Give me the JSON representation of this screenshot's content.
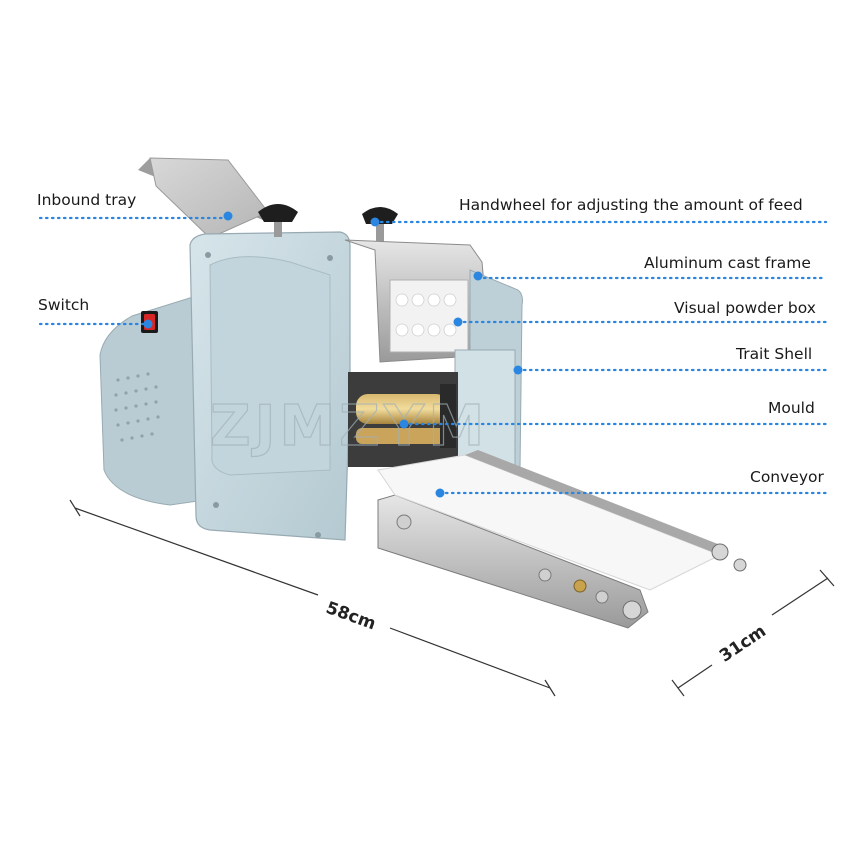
{
  "labels": {
    "inbound_tray": "Inbound tray",
    "switch": "Switch",
    "handwheel": "Handwheel for adjusting the amount of feed",
    "aluminum_frame": "Aluminum cast frame",
    "powder_box": "Visual powder box",
    "trait_shell": "Trait Shell",
    "mould": "Mould",
    "conveyor": "Conveyor"
  },
  "dimensions": {
    "length": "58cm",
    "width": "31cm"
  },
  "watermark": "ZJMZYM",
  "colors": {
    "leader_line": "#2a86e0",
    "body_shell": "#c7d9df",
    "body_shadow": "#a9bec6",
    "steel": "#c9c9c9"
  }
}
